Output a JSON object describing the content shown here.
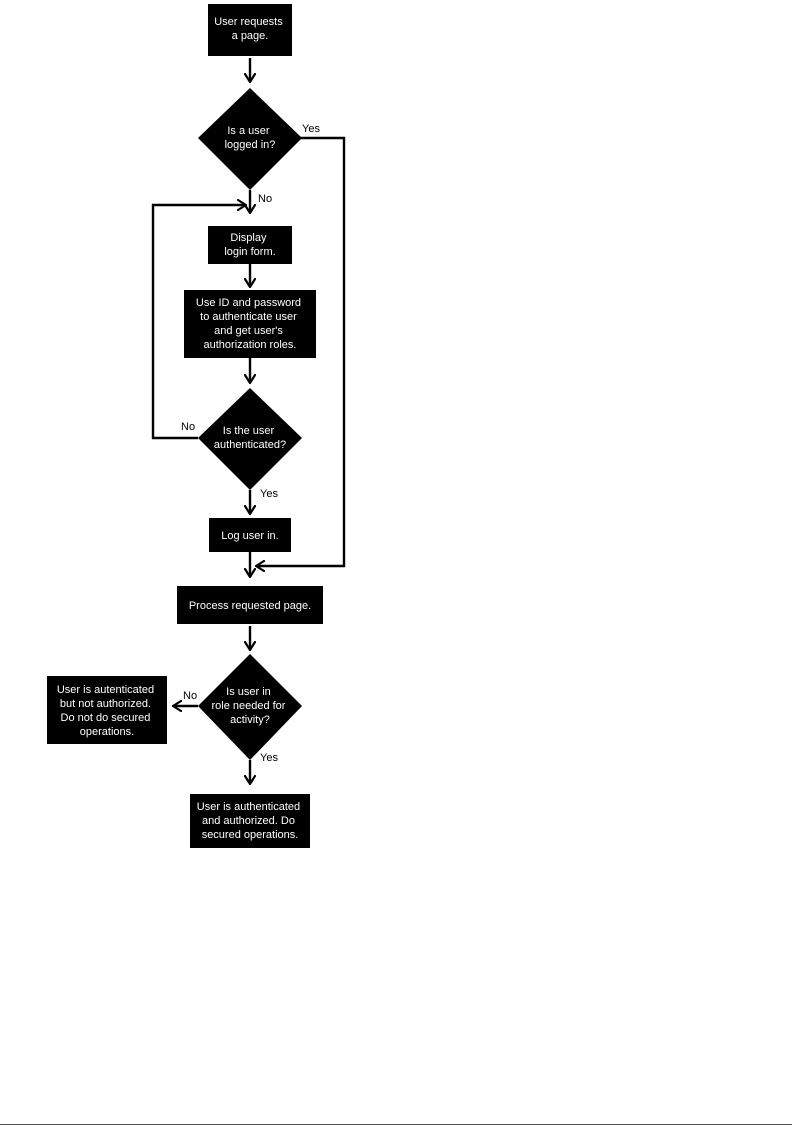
{
  "nodes": {
    "start": {
      "lines": [
        "User requests",
        "a page."
      ]
    },
    "logged_in_check": {
      "lines": [
        "Is a user",
        "logged in?"
      ]
    },
    "display_login": {
      "lines": [
        "Display",
        "login form."
      ]
    },
    "authenticate": {
      "lines": [
        "Use ID and password",
        "to authenticate user",
        "and get user's",
        "authorization roles."
      ]
    },
    "authenticated_check": {
      "lines": [
        "Is the user",
        "authenticated?"
      ]
    },
    "log_in": {
      "lines": [
        "Log user in."
      ]
    },
    "process_page": {
      "lines": [
        "Process requested page."
      ]
    },
    "role_check": {
      "lines": [
        "Is user in",
        "role needed for",
        "activity?"
      ]
    },
    "not_authorized": {
      "lines": [
        "User is autenticated",
        "but not authorized.",
        "Do not do secured",
        "operations."
      ]
    },
    "authorized": {
      "lines": [
        "User is authenticated",
        "and authorized. Do",
        "secured operations."
      ]
    }
  },
  "edge_labels": {
    "logged_in_yes": "Yes",
    "logged_in_no": "No",
    "auth_no": "No",
    "auth_yes": "Yes",
    "role_no": "No",
    "role_yes": "Yes"
  }
}
